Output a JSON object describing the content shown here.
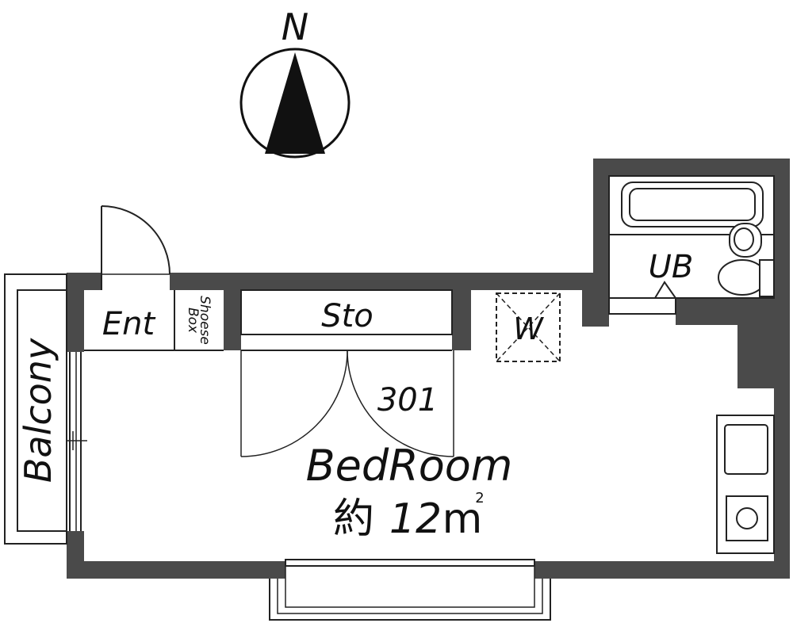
{
  "compass": {
    "label": "N"
  },
  "rooms": {
    "entrance": "Ent",
    "shoe_box_line1": "Shoese",
    "shoe_box_line2": "Box",
    "storage": "Sto",
    "washer": "W",
    "unit_bath": "UB",
    "room_number": "301",
    "bedroom": "BedRoom",
    "area_prefix": "約",
    "area_value": "12",
    "area_unit": "m",
    "area_sup": "2"
  },
  "balcony": {
    "label": "Balcony"
  },
  "colors": {
    "wall": "#4a4a4a",
    "line": "#222222",
    "background": "#ffffff"
  }
}
